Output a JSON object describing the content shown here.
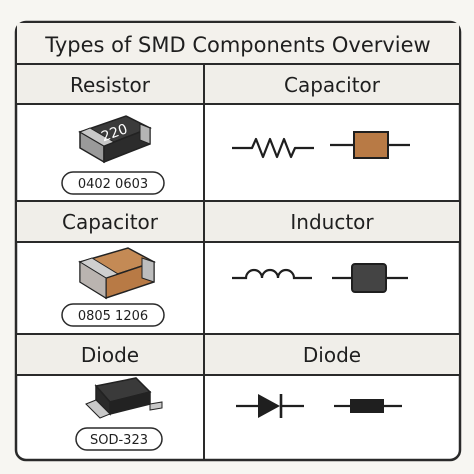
{
  "title": "Types of SMD Components Overview",
  "rows": [
    {
      "left": {
        "header": "Resistor",
        "marking": "220",
        "sizes": "0402 0603"
      },
      "right": {
        "header": "Capacitor",
        "symbol": "resistor-zigzag-icon",
        "package": "capacitor-package-icon"
      }
    },
    {
      "left": {
        "header": "Capacitor",
        "sizes": "0805 1206"
      },
      "right": {
        "header": "Inductor",
        "symbol": "inductor-coil-icon",
        "package": "inductor-package-icon"
      }
    },
    {
      "left": {
        "header": "Diode",
        "sizes": "SOD-323"
      },
      "right": {
        "header": "Diode",
        "symbol": "diode-symbol-icon",
        "package": "diode-package-icon"
      }
    }
  ],
  "colors": {
    "border": "#2a2a2a",
    "header_bg": "#f0eee9",
    "body_bg": "#ffffff",
    "capacitor_tan": "#b87a45",
    "ink": "#1f1f1f"
  }
}
